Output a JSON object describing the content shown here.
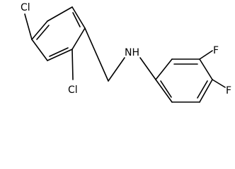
{
  "molecule": {
    "atoms": {
      "cl_top": "Cl",
      "cl_bottom": "Cl",
      "nh": "NH",
      "f_upper": "F",
      "f_lower": "F"
    }
  }
}
